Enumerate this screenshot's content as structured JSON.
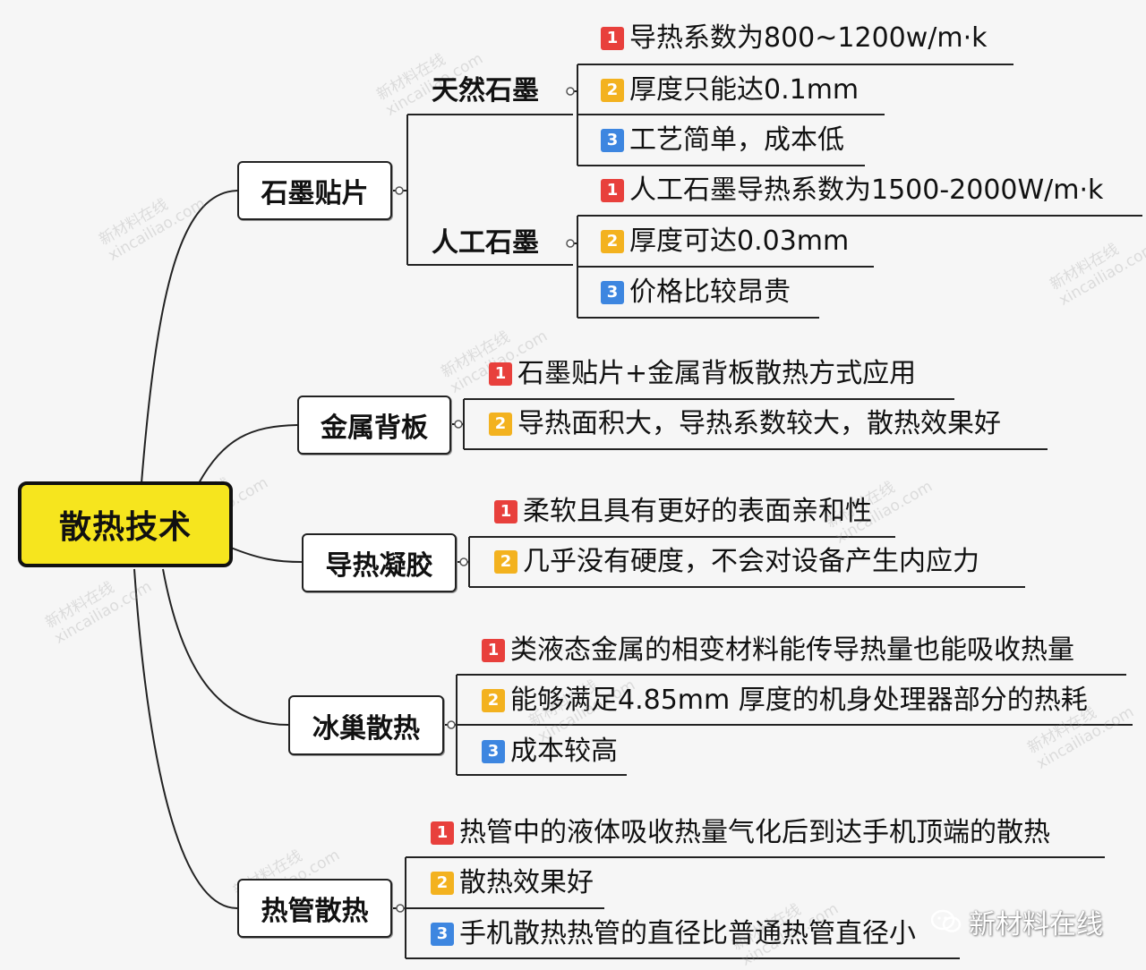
{
  "root": {
    "label": "散热技术"
  },
  "branches": [
    {
      "label": "石墨贴片",
      "groups": [
        {
          "label": "天然石墨",
          "items": [
            {
              "badge": "1",
              "text": "导热系数为800~1200w/m·k"
            },
            {
              "badge": "2",
              "text": "厚度只能达0.1mm"
            },
            {
              "badge": "3",
              "text": "工艺简单，成本低"
            }
          ]
        },
        {
          "label": "人工石墨",
          "items": [
            {
              "badge": "1",
              "text": "人工石墨导热系数为1500-2000W/m·k"
            },
            {
              "badge": "2",
              "text": "厚度可达0.03mm"
            },
            {
              "badge": "3",
              "text": "价格比较昂贵"
            }
          ]
        }
      ]
    },
    {
      "label": "金属背板",
      "items": [
        {
          "badge": "1",
          "text": "石墨贴片+金属背板散热方式应用"
        },
        {
          "badge": "2",
          "text": "导热面积大，导热系数较大，散热效果好"
        }
      ]
    },
    {
      "label": "导热凝胶",
      "items": [
        {
          "badge": "1",
          "text": "柔软且具有更好的表面亲和性"
        },
        {
          "badge": "2",
          "text": "几乎没有硬度，不会对设备产生内应力"
        }
      ]
    },
    {
      "label": "冰巢散热",
      "items": [
        {
          "badge": "1",
          "text": "类液态金属的相变材料能传导热量也能吸收热量"
        },
        {
          "badge": "2",
          "text": "能够满足4.85mm 厚度的机身处理器部分的热耗"
        },
        {
          "badge": "3",
          "text": "成本较高"
        }
      ]
    },
    {
      "label": "热管散热",
      "items": [
        {
          "badge": "1",
          "text": "热管中的液体吸收热量气化后到达手机顶端的散热"
        },
        {
          "badge": "2",
          "text": "散热效果好"
        },
        {
          "badge": "3",
          "text": "手机散热热管的直径比普通热管直径小"
        }
      ]
    }
  ],
  "watermark": {
    "line1": "新材料在线",
    "line2": "xincailiao.com"
  },
  "brand": {
    "label": "新材料在线"
  },
  "colors": {
    "root_fill": "#f6e51e",
    "badge_1": "#e8403c",
    "badge_2": "#f3b21f",
    "badge_3": "#3d86e0"
  }
}
